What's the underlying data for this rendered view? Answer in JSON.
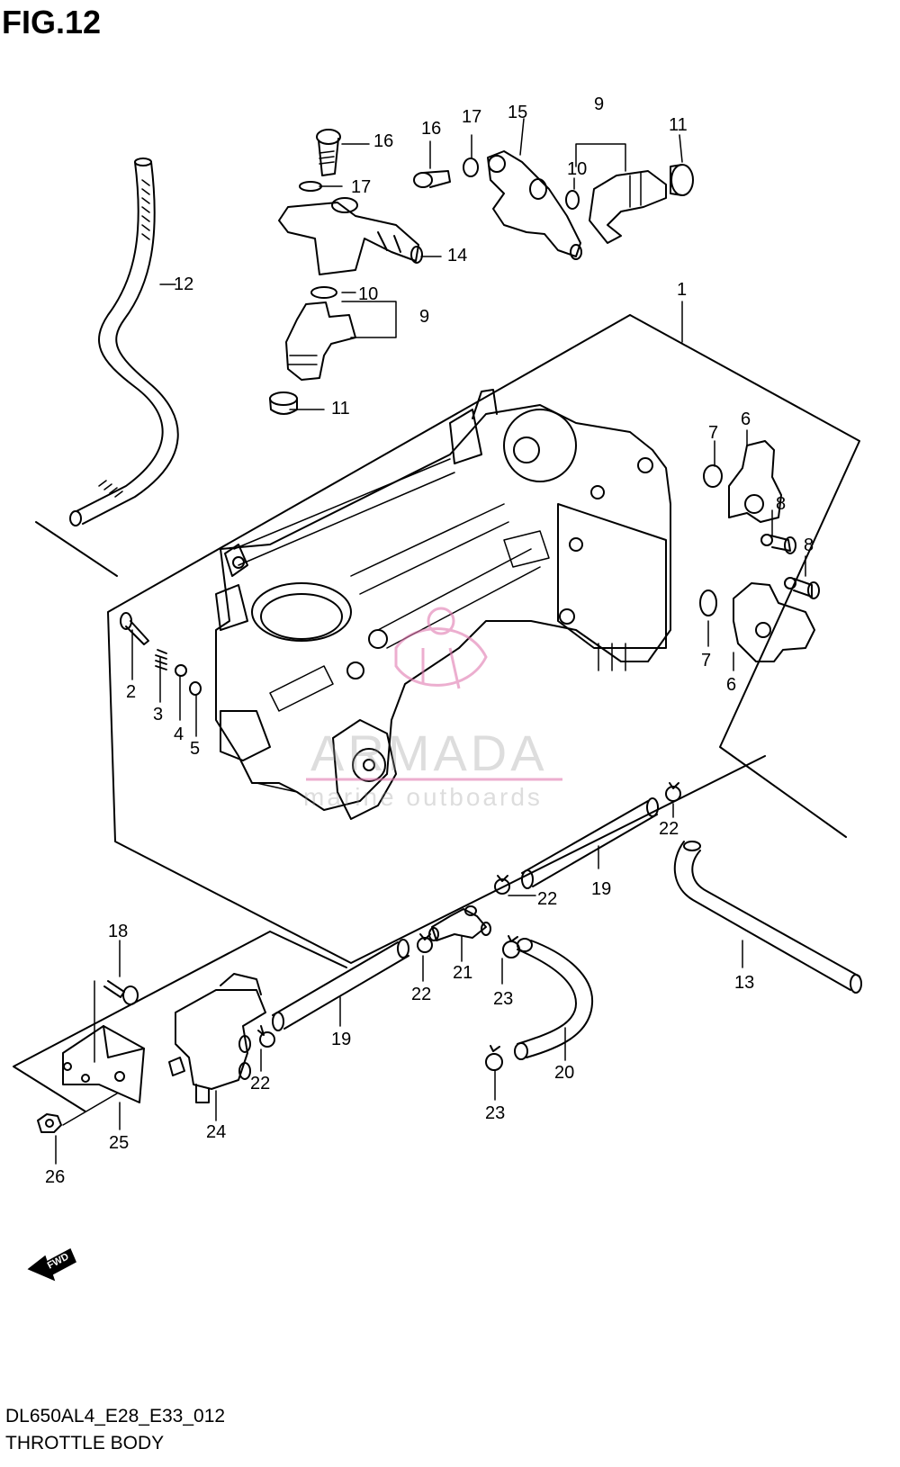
{
  "figure": {
    "title": "FIG.12",
    "drawing_code": "DL650AL4_E28_E33_012",
    "name": "THROTTLE BODY"
  },
  "watermark": {
    "brand": "ARMADA",
    "tagline": "marine outboards"
  },
  "direction_arrow": {
    "label": "FWD",
    "icon": "fwd-arrow-icon"
  },
  "callouts": [
    "1",
    "2",
    "3",
    "4",
    "5",
    "6",
    "6",
    "7",
    "7",
    "8",
    "8",
    "9",
    "9",
    "10",
    "10",
    "11",
    "11",
    "12",
    "13",
    "14",
    "15",
    "16",
    "16",
    "17",
    "17",
    "18",
    "19",
    "19",
    "20",
    "21",
    "22",
    "22",
    "22",
    "22",
    "23",
    "23",
    "24",
    "25",
    "26"
  ],
  "colors": {
    "line": "#000000",
    "watermark_gray": "#9a9a9a",
    "watermark_pink": "#e07ab0"
  }
}
